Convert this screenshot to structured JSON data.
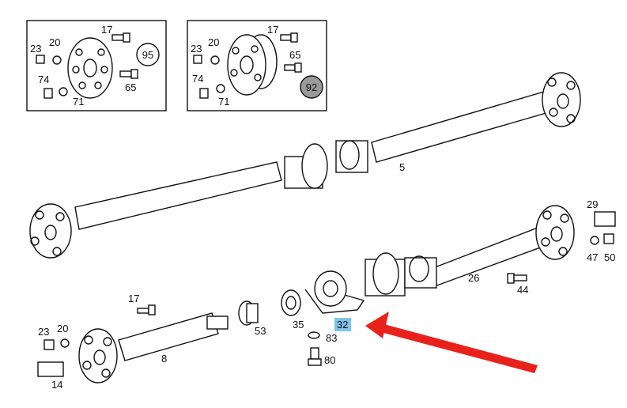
{
  "inset_left": {
    "labels": [
      "23",
      "20",
      "17",
      "74",
      "65",
      "71"
    ],
    "circle_label": "95"
  },
  "inset_right": {
    "labels": [
      "23",
      "20",
      "17",
      "65",
      "74",
      "71"
    ],
    "circle_label": "92"
  },
  "callouts": {
    "shaft_top": "5",
    "ring_29": "29",
    "n47": "47",
    "n50": "50",
    "shaft_26": "26",
    "bolt_44": "44",
    "n17": "17",
    "n23": "23",
    "n20": "20",
    "shaft_8": "8",
    "n14": "14",
    "n53": "53",
    "n35": "35",
    "bearing_32": "32",
    "n83": "83",
    "n80": "80"
  },
  "colors": {
    "line": "#111111",
    "highlight": "#7fc4ea",
    "arrow": "#e8221b",
    "circle_fill_92": "#9a9a9a"
  }
}
